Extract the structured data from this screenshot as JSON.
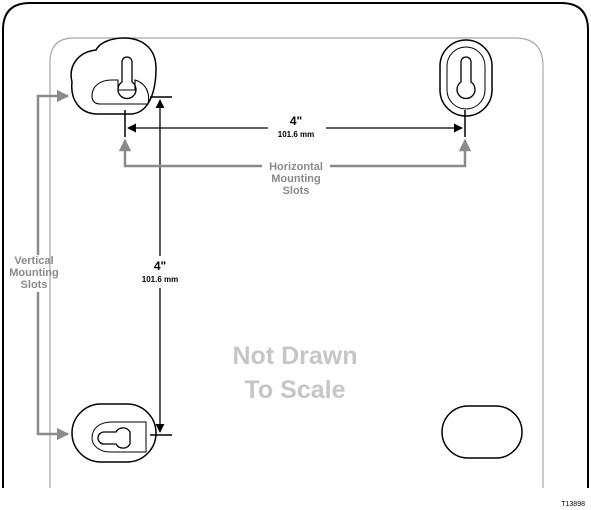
{
  "horizontal_dimension": {
    "value": "4\"",
    "metric": "101.6 mm"
  },
  "vertical_dimension": {
    "value": "4\"",
    "metric": "101.6 mm"
  },
  "horizontal_label": [
    "Horizontal",
    "Mounting",
    "Slots"
  ],
  "vertical_label": [
    "Vertical",
    "Mounting",
    "Slots"
  ],
  "watermark": [
    "Not Drawn",
    "To Scale"
  ],
  "figure_id": "T13898",
  "colors": {
    "outline": "#000000",
    "arrow": "#8a8a8a",
    "note": "#c6c6c6",
    "inner_outline": "#a8a8a8"
  }
}
